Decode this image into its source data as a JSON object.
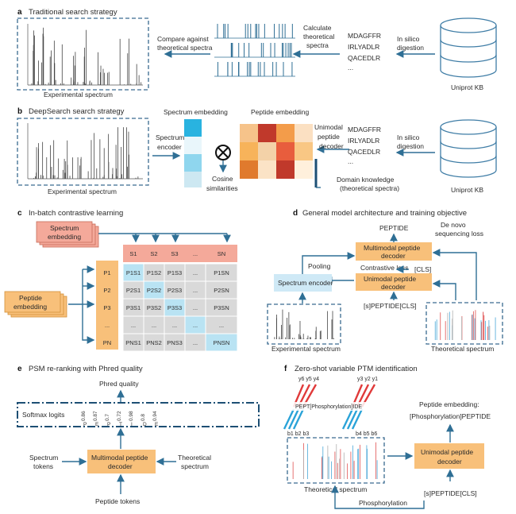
{
  "panels": {
    "a": {
      "letter": "a",
      "title": "Traditional search strategy",
      "experimental_spectrum": "Experimental spectrum",
      "compare": [
        "Compare against",
        "theoretical spectra"
      ],
      "calculate": [
        "Calculate",
        "theoretical",
        "spectra"
      ],
      "peptides": [
        "MDAGFFR",
        "IRLYADLR",
        "QACEDLR",
        "..."
      ],
      "digestion": [
        "In silico",
        "digestion"
      ],
      "database": "Uniprot KB"
    },
    "b": {
      "letter": "b",
      "title": "DeepSearch search strategy",
      "experimental_spectrum": "Experimental spectrum",
      "spectrum_encoder": [
        "Spectrum",
        "encoder"
      ],
      "spectrum_embedding": "Spectrum embedding",
      "peptide_embedding": "Peptide embedding",
      "cosine": [
        "Cosine",
        "similarities"
      ],
      "decoder": [
        "Unimodal",
        "peptide",
        "decoder"
      ],
      "peptides": [
        "MDAGFFR",
        "IRLYADLR",
        "QACEDLR",
        "..."
      ],
      "digestion": [
        "In silico",
        "digestion"
      ],
      "domain": [
        "Domain knowledge",
        "(theoretical spectra)"
      ],
      "database": "Uniprot KB"
    },
    "c": {
      "letter": "c",
      "title": "In-batch contrastive learning",
      "spectrum_embedding": [
        "Spectrum",
        "embedding"
      ],
      "peptide_embedding": [
        "Peptide",
        "embedding"
      ],
      "col_headers": [
        "S1",
        "S2",
        "S3",
        "...",
        "SN"
      ],
      "row_headers": [
        "P1",
        "P2",
        "P3",
        "...",
        "PN"
      ],
      "cells": [
        [
          "P1S1",
          "P1S2",
          "P1S3",
          "...",
          "P1SN"
        ],
        [
          "P2S1",
          "P2S2",
          "P2S3",
          "...",
          "P2SN"
        ],
        [
          "P3S1",
          "P3S2",
          "P3S3",
          "...",
          "P3SN"
        ],
        [
          "...",
          "...",
          "...",
          "...",
          "..."
        ],
        [
          "PNS1",
          "PNS2",
          "PNS3",
          "...",
          "PNSN"
        ]
      ]
    },
    "d": {
      "letter": "d",
      "title": "General model architecture and training objective",
      "peptide_label": "PEPTIDE",
      "denovo": [
        "De novo",
        "sequencing loss"
      ],
      "multimodal": [
        "Multimodal peptide",
        "decoder"
      ],
      "pooling": "Pooling",
      "contrastive": "Contrastive loss",
      "cls": "[CLS]",
      "spectrum_encoder": "Spectrum encoder",
      "unimodal": [
        "Unimodal peptide",
        "decoder"
      ],
      "input_tokens": "[s]PEPTIDE[CLS]",
      "experimental_spectrum": "Experimental spectrum",
      "theoretical_spectrum": "Theoretical spectrum"
    },
    "e": {
      "letter": "e",
      "title": "PSM re-ranking with Phred quality",
      "phred": "Phred quality",
      "softmax": "Softmax logits",
      "logits": [
        "0.86",
        "0.87",
        "0.7",
        "0.72",
        "0.98",
        "0.8",
        "0.94"
      ],
      "letters": [
        "P",
        "E",
        "P",
        "T",
        "I",
        "D",
        "E"
      ],
      "spectrum_tokens": [
        "Spectrum",
        "tokens"
      ],
      "multimodal": [
        "Multimodal peptide",
        "decoder"
      ],
      "theoretical": [
        "Theoretical",
        "spectrum"
      ],
      "peptide_tokens": "Peptide tokens"
    },
    "f": {
      "letter": "f",
      "title": "Zero-shot variable PTM identification",
      "y_ions_left": "y6 y5 y4",
      "y_ions_right": "y3 y2 y1",
      "sequence": "PEPT[Phosphorylation]IDE",
      "b_ions_left": "b1 b2 b3",
      "b_ions_right": "b4 b5 b6",
      "peptide_embedding": [
        "Peptide embedding:",
        "[Phosphorylation]PEPTIDE"
      ],
      "unimodal": [
        "Unimodal peptide",
        "decoder"
      ],
      "theoretical_spectrum": "Theoretical spectrum",
      "phosphorylation": "Phosphorylation",
      "input_tokens": "[s]PEPTIDE[CLS]"
    }
  },
  "colors": {
    "orange_box": "#f8c07a",
    "blue_box": "#cfe9f6",
    "arrow": "#2f6f95",
    "salmon": "#f4a99a",
    "grid": "#d9d9d9",
    "cyan_cell": "#b9e3f3"
  }
}
